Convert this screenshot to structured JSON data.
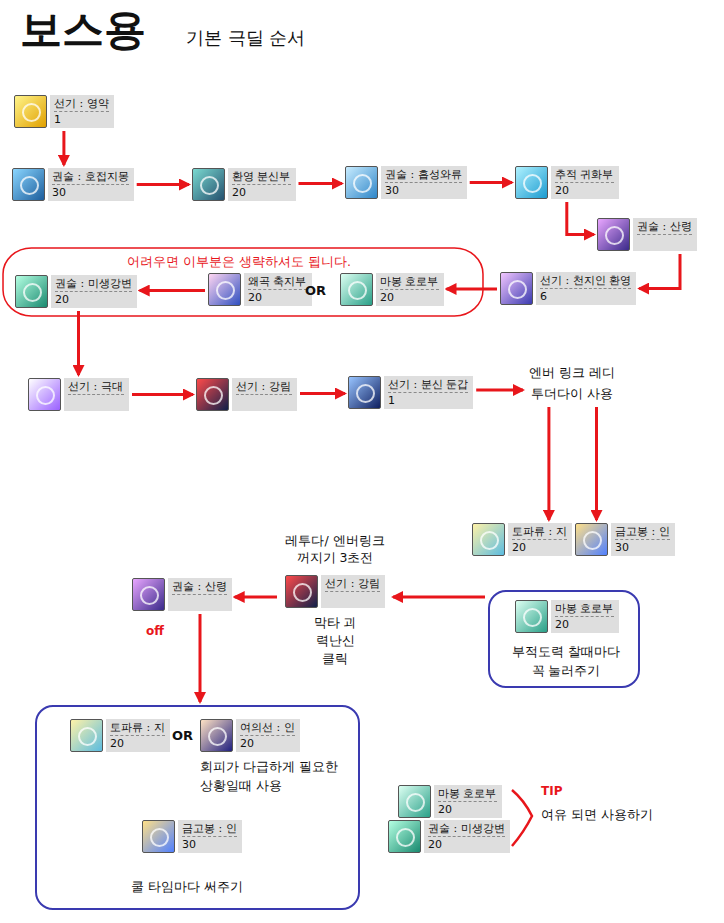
{
  "diagram": {
    "title": "보스용",
    "caption": "기본 극딜 순서",
    "nodes": [
      {
        "text": [
          "선기 : 영약",
          "1"
        ]
      },
      {
        "text": [
          "권술 : 호접지몽",
          "30"
        ]
      },
      {
        "text": [
          "환영 분신부",
          "20"
        ]
      },
      {
        "text": [
          "권술 : 흡성와류",
          "30"
        ]
      },
      {
        "text": [
          "추적 귀화부",
          "20"
        ]
      },
      {
        "text": [
          "권술 : 산령"
        ]
      },
      {
        "text": [
          "선기 : 천지인 환영",
          "6"
        ]
      },
      {
        "text": [
          "어려우면 이부분은 생략하셔도 됩니다."
        ]
      },
      {
        "text": [
          "마봉 호로부",
          "20"
        ],
        "in": 7
      },
      {
        "text": [
          "왜곡 축지부",
          "20"
        ],
        "in": 7
      },
      {
        "text": [
          "권술 : 미생강변",
          "20"
        ],
        "in": 7
      },
      {
        "text": [
          "선기 : 극대"
        ]
      },
      {
        "text": [
          "선기 : 강림"
        ]
      },
      {
        "text": [
          "선기 : 분신 둔갑",
          "1"
        ]
      },
      {
        "text": [
          "엔버 링크 레디투더다이 사용"
        ]
      },
      {
        "text": [
          "토파류 : 지",
          "20"
        ]
      },
      {
        "text": [
          "금고봉 : 인",
          "30"
        ]
      },
      {
        "text": [
          "부적도력 찰때마다 꼭 눌러주기"
        ]
      },
      {
        "text": [
          "마봉 호로부",
          "20"
        ],
        "in": 17
      },
      {
        "text": [
          "레투다/ 엔버링크 꺼지기 3초전",
          "선기 : 강림",
          "막타 괴력난신 클릭"
        ]
      },
      {
        "text": [
          "권술 : 산령"
        ]
      },
      {
        "text": [
          "회피가 다급하게 필요한상황일때 사용",
          "쿨 타임마다 써주기"
        ]
      },
      {
        "text": [
          "토파류 : 지",
          "20"
        ],
        "in": 21
      },
      {
        "text": [
          "여의선 : 인",
          "20"
        ],
        "in": 21
      },
      {
        "text": [
          "금고봉 : 인",
          "30"
        ],
        "in": 21
      },
      {
        "text": [
          "마봉 호로부",
          "20"
        ]
      },
      {
        "text": [
          "권술 : 미생강변",
          "20"
        ]
      }
    ],
    "edges": [
      {
        "from": 0,
        "to": 1,
        "arrow": "to"
      },
      {
        "from": 1,
        "to": 2,
        "arrow": "to"
      },
      {
        "from": 2,
        "to": 3,
        "arrow": "to"
      },
      {
        "from": 3,
        "to": 4,
        "arrow": "to"
      },
      {
        "from": 4,
        "to": 5,
        "arrow": "to"
      },
      {
        "from": 5,
        "to": 6,
        "arrow": "to"
      },
      {
        "from": 6,
        "to": 8,
        "arrow": "to"
      },
      {
        "from": 9,
        "to": 10,
        "arrow": "to"
      },
      {
        "from": 10,
        "to": 11,
        "arrow": "to"
      },
      {
        "from": 11,
        "to": 12,
        "arrow": "to"
      },
      {
        "from": 12,
        "to": 13,
        "arrow": "to"
      },
      {
        "from": 13,
        "to": 14,
        "arrow": "to"
      },
      {
        "from": 14,
        "to": 15,
        "arrow": "to"
      },
      {
        "from": 14,
        "to": 16,
        "arrow": "to"
      },
      {
        "from": 17,
        "to": 19,
        "arrow": "to"
      },
      {
        "from": 19,
        "to": 20,
        "arrow": "to"
      },
      {
        "from": 20,
        "to": 21,
        "arrow": "to"
      }
    ],
    "labels": [
      "OR",
      "off",
      "OR",
      "TIP",
      "여유 되면 사용하기"
    ]
  }
}
